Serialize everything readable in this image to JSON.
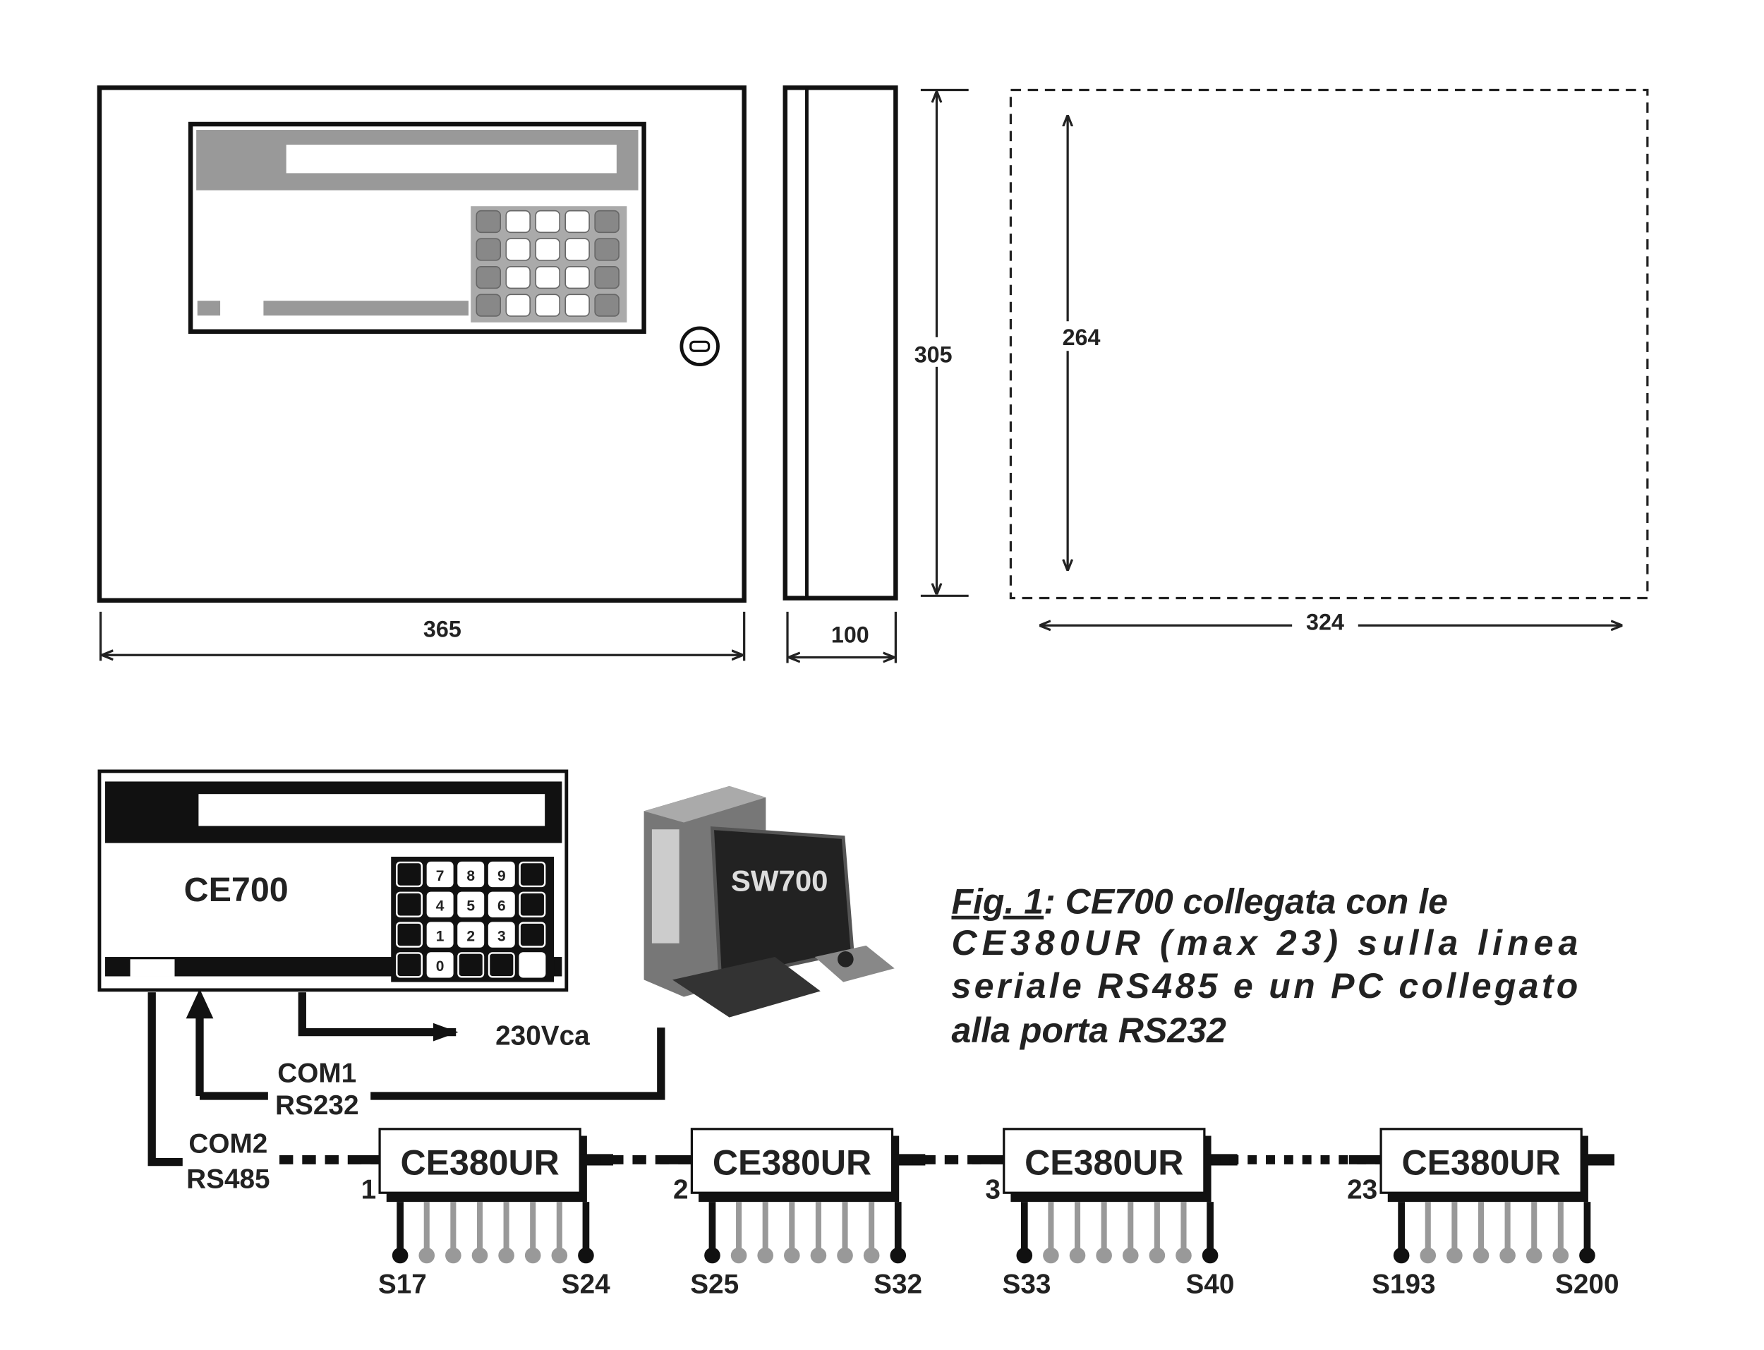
{
  "dimensions": {
    "width": "365",
    "depth": "100",
    "height": "305",
    "hole_vertical": "264",
    "hole_horizontal": "324"
  },
  "controller": {
    "name": "CE700",
    "keys": [
      "7",
      "8",
      "9",
      "4",
      "5",
      "6",
      "1",
      "2",
      "3",
      "0"
    ]
  },
  "pc": {
    "name": "SW700"
  },
  "connections": {
    "power": "230Vca",
    "com1": "COM1",
    "com1_type": "RS232",
    "com2": "COM2",
    "com2_type": "RS485"
  },
  "modules": [
    {
      "name": "CE380UR",
      "address": "1",
      "first": "S17",
      "last": "S24"
    },
    {
      "name": "CE380UR",
      "address": "2",
      "first": "S25",
      "last": "S32"
    },
    {
      "name": "CE380UR",
      "address": "3",
      "first": "S33",
      "last": "S40"
    },
    {
      "name": "CE380UR",
      "address": "23",
      "first": "S193",
      "last": "S200"
    }
  ],
  "caption": {
    "fig": "Fig. 1",
    "lines": [
      ": CE700 collegata con le",
      "CE380UR (max 23) sulla linea",
      "seriale RS485 e un PC collegato",
      "alla porta RS232"
    ]
  }
}
